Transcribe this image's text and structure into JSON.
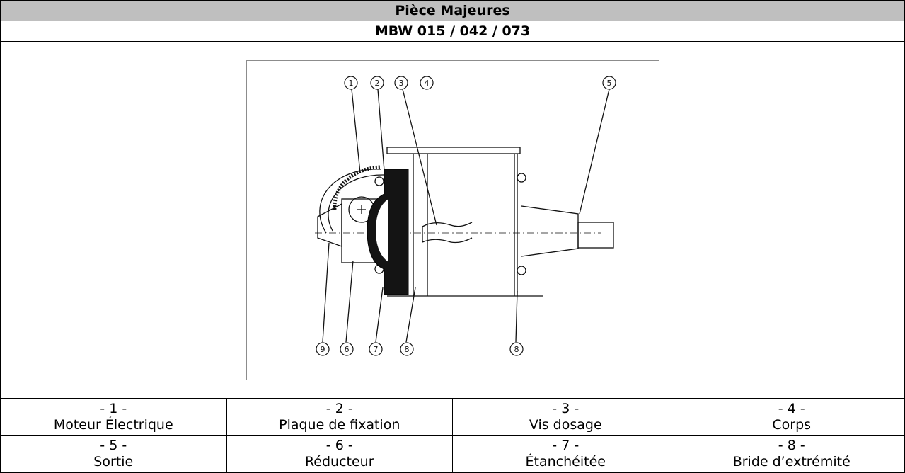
{
  "header": {
    "title": "Pièce Majeures",
    "models": "MBW 015 / 042 / 073"
  },
  "drawing": {
    "balloons": [
      "1",
      "2",
      "3",
      "4",
      "5",
      "9",
      "6",
      "7",
      "8",
      "8"
    ]
  },
  "parts": [
    {
      "number": "- 1 -",
      "name": "Moteur Électrique"
    },
    {
      "number": "- 2 -",
      "name": "Plaque de fixation"
    },
    {
      "number": "- 3 -",
      "name": "Vis dosage"
    },
    {
      "number": "- 4 -",
      "name": "Corps"
    },
    {
      "number": "- 5 -",
      "name": "Sortie"
    },
    {
      "number": "- 6 -",
      "name": "Réducteur"
    },
    {
      "number": "- 7 -",
      "name": "Étanchéitée"
    },
    {
      "number": "- 8 -",
      "name": "Bride d’extrémité"
    }
  ],
  "colors": {
    "header_bg": "#bfbfbf",
    "line": "#000000"
  }
}
